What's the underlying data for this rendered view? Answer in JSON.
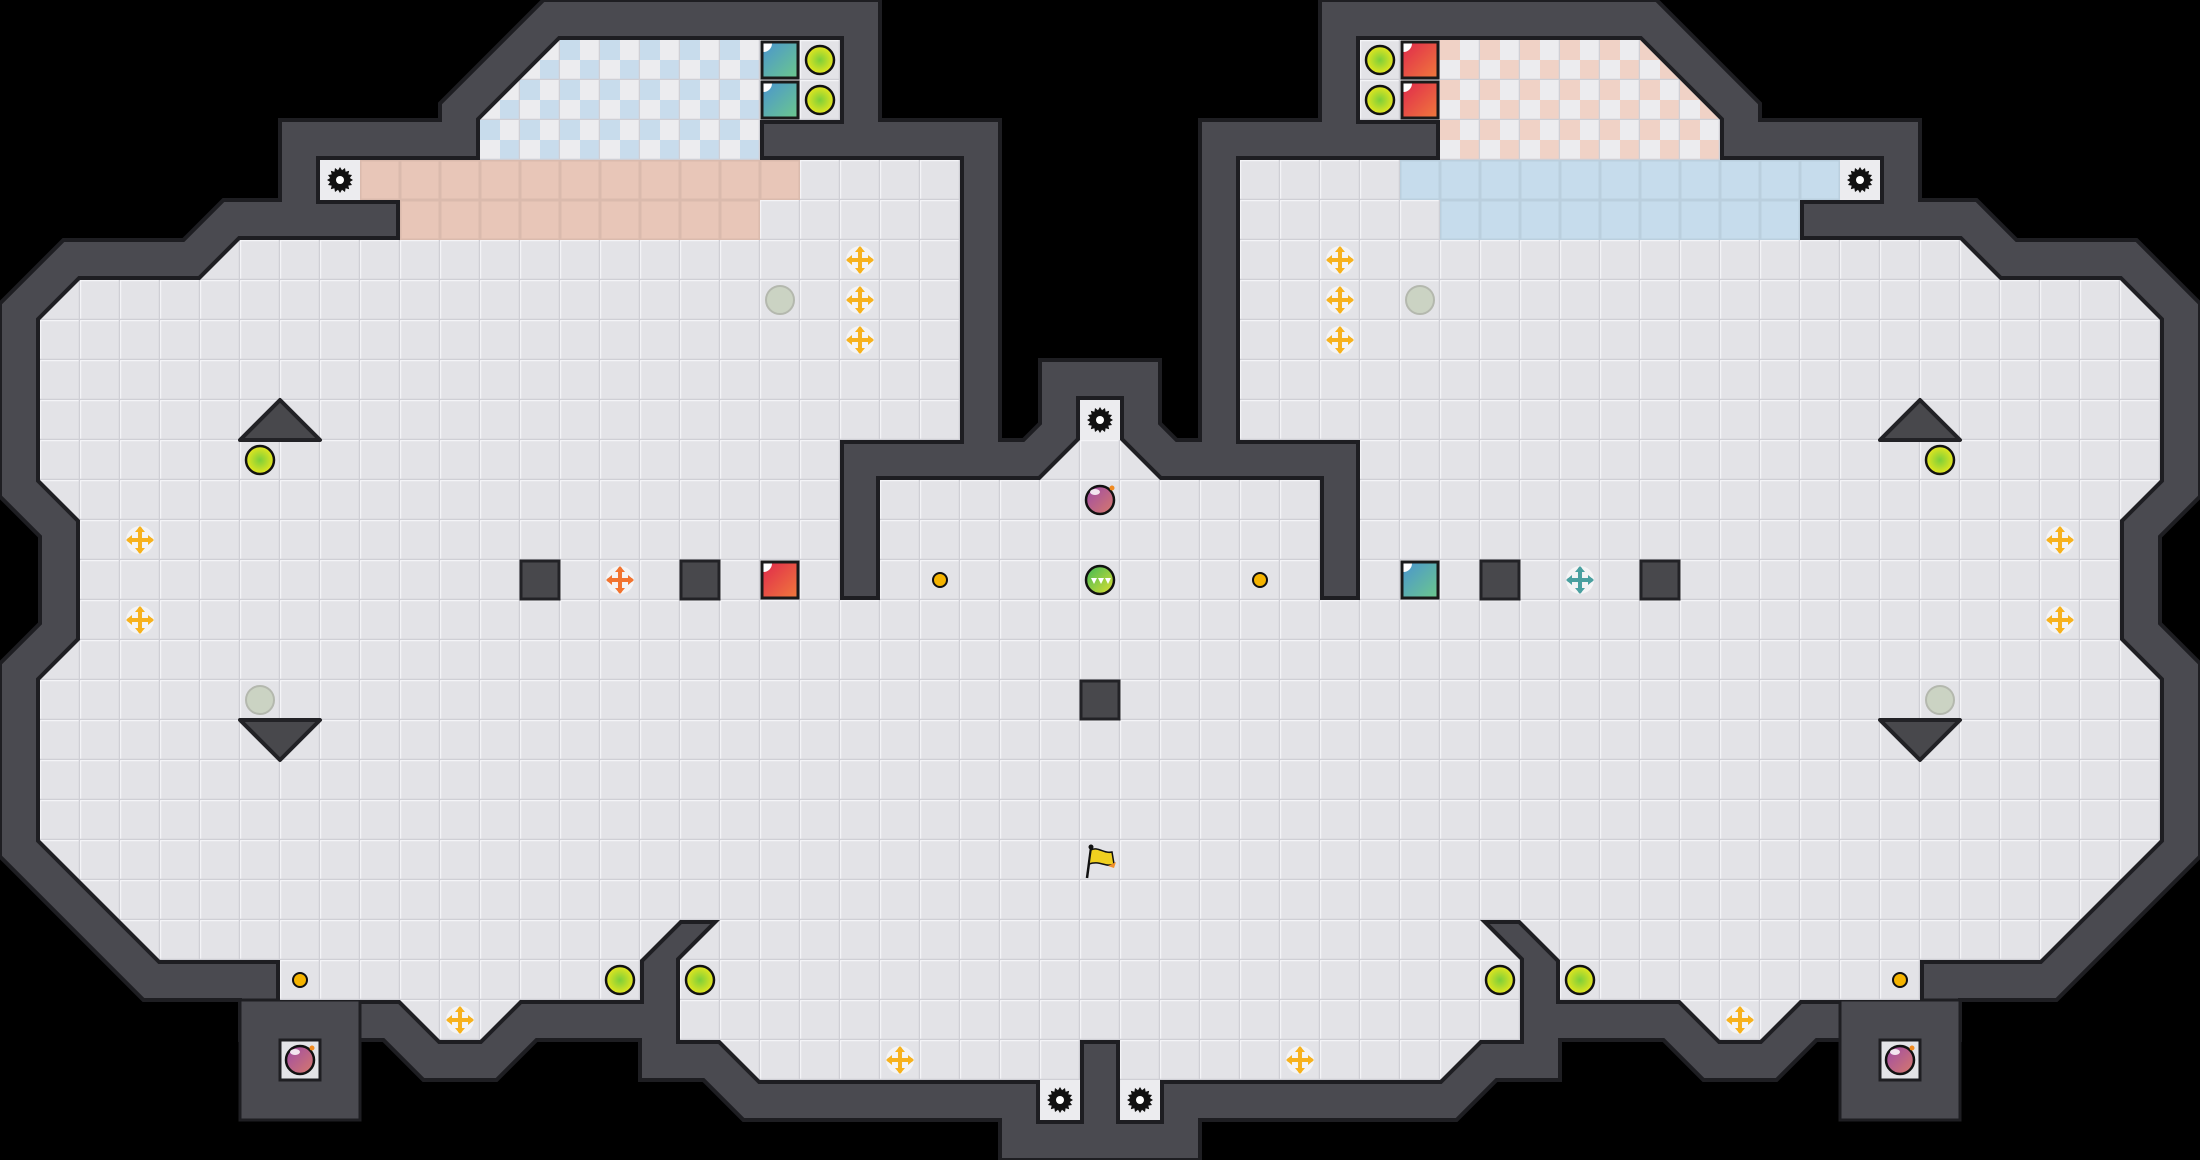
{
  "level": {
    "layout": "symmetric-two-wing-arena",
    "entity_types": [
      "gear-hazard",
      "lime-orb",
      "teal-block",
      "red-block",
      "gold-move-cross",
      "orange-move-cross",
      "teal-move-cross",
      "gray-plate",
      "stone-block",
      "coin",
      "purple-bomb",
      "saw-orb",
      "goal-flag",
      "spike-up",
      "spike-down"
    ]
  },
  "colors": {
    "background": "#000000",
    "wall": "#4a4a50",
    "wall_edge": "#1e1e22",
    "floor": "#e3e3e7",
    "floor_line": "#cfcfd5",
    "salmon_zone": "#e8c6b8",
    "blue_zone": "#c6dcec",
    "checker_blue": "#c8dcec",
    "checker_red": "#f0d2c6",
    "checker_light": "#ececef",
    "lime_outer": "#e6e61e",
    "lime_inner": "#7ccf3a",
    "teal_a": "#4a94d0",
    "teal_b": "#6cc88c",
    "red_a": "#e0284c",
    "red_b": "#f07a3c",
    "gold": "#f7b21e",
    "orange": "#f27430",
    "teal_cross": "#4aa0a0",
    "gray_plate": "#cbd3c3",
    "stone": "#48484c",
    "coin": "#f5b400",
    "bomb_a": "#9c4aa8",
    "bomb_b": "#d87a6a",
    "flag": "#f0d020"
  }
}
